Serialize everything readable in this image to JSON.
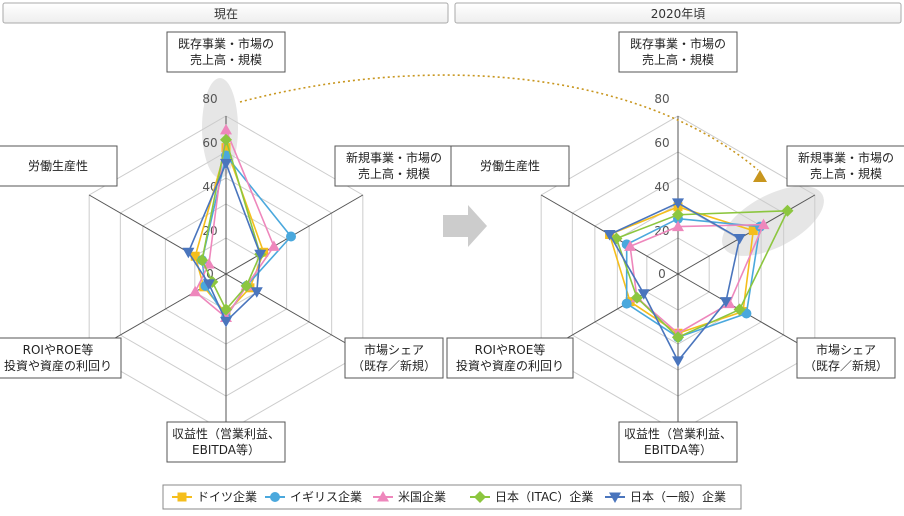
{
  "chart_data": [
    {
      "type": "radar",
      "title": "現在",
      "axes": [
        "既存事業・市場の売上高・規模",
        "新規事業・市場の売上高・規模",
        "市場シェア（既存／新規）",
        "収益性（営業利益、EBITDA等）",
        "ROIやROE等投資や資産の利回り",
        "労働生産性"
      ],
      "rlim": [
        0,
        80
      ],
      "ticks": [
        "0",
        "20",
        "40",
        "60",
        "80"
      ],
      "series": [
        {
          "name": "ドイツ企業",
          "values": [
            64,
            22,
            14,
            20,
            13,
            18
          ]
        },
        {
          "name": "イギリス企業",
          "values": [
            60,
            38,
            12,
            22,
            12,
            14
          ]
        },
        {
          "name": "米国企業",
          "values": [
            73,
            28,
            12,
            22,
            18,
            10
          ]
        },
        {
          "name": "日本（ITAC）企業",
          "values": [
            68,
            20,
            12,
            18,
            8,
            14
          ]
        },
        {
          "name": "日本（一般）企業",
          "values": [
            56,
            20,
            18,
            24,
            10,
            22
          ]
        }
      ]
    },
    {
      "type": "radar",
      "title": "2020年頃",
      "axes": [
        "既存事業・市場の売上高・規模",
        "新規事業・市場の売上高・規模",
        "市場シェア（既存／新規）",
        "収益性（営業利益、EBITDA等）",
        "ROIやROE等投資や資産の利回り",
        "労働生産性"
      ],
      "rlim": [
        0,
        80
      ],
      "ticks": [
        "0",
        "20",
        "40",
        "60",
        "80"
      ],
      "series": [
        {
          "name": "ドイツ企業",
          "values": [
            34,
            44,
            38,
            30,
            28,
            40
          ]
        },
        {
          "name": "イギリス企業",
          "values": [
            28,
            48,
            40,
            32,
            30,
            30
          ]
        },
        {
          "name": "米国企業",
          "values": [
            24,
            50,
            30,
            30,
            24,
            28
          ]
        },
        {
          "name": "日本（ITAC）企業",
          "values": [
            30,
            64,
            36,
            32,
            24,
            36
          ]
        },
        {
          "name": "日本（一般）企業",
          "values": [
            36,
            36,
            28,
            44,
            20,
            40
          ]
        }
      ]
    }
  ],
  "legend": [
    {
      "label": "ドイツ企業",
      "color": "#F5BE1C",
      "marker": "square"
    },
    {
      "label": "イギリス企業",
      "color": "#4AA8DD",
      "marker": "circle"
    },
    {
      "label": "米国企業",
      "color": "#EE87BC",
      "marker": "triangle-up"
    },
    {
      "label": "日本（ITAC）企業",
      "color": "#8CC63F",
      "marker": "diamond"
    },
    {
      "label": "日本（一般）企業",
      "color": "#4A75BD",
      "marker": "triangle-down"
    }
  ],
  "axis_labels": [
    [
      "既存事業・市場の",
      "売上高・規模"
    ],
    [
      "新規事業・市場の",
      "売上高・規模"
    ],
    [
      "市場シェア",
      "（既存／新規）"
    ],
    [
      "収益性（営業利益、",
      "EBITDA等）"
    ],
    [
      "ROIやROE等",
      "投資や資産の利回り"
    ],
    [
      "労働生産性"
    ]
  ],
  "connector_color": "#C8961E"
}
